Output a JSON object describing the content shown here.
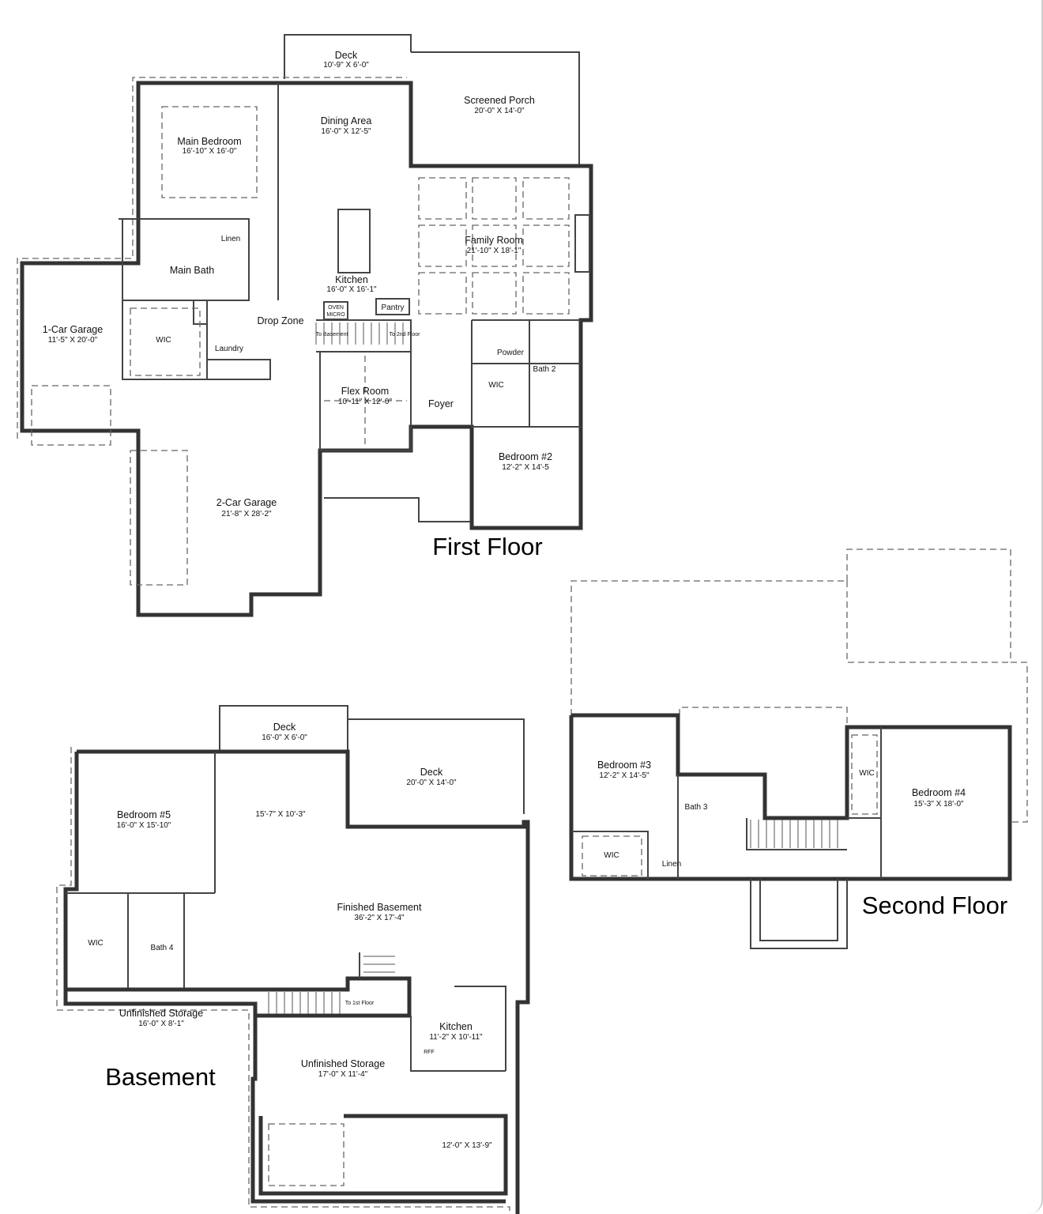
{
  "first_floor": {
    "title": "First Floor",
    "rooms": [
      {
        "name": "Deck",
        "size": "10'-9\" X 6'-0\""
      },
      {
        "name": "Screened Porch",
        "size": "20'-0\" X 14'-0\""
      },
      {
        "name": "Main Bedroom",
        "size": "16'-10\" X 16'-0\""
      },
      {
        "name": "Dining Area",
        "size": "16'-0\" X 12'-5\""
      },
      {
        "name": "Family Room",
        "size": "21'-10\" X 18'-1\""
      },
      {
        "name": "Kitchen",
        "size": "16'-0\" X 16'-1\""
      },
      {
        "name": "1-Car Garage",
        "size": "11'-5\" X 20'-0\""
      },
      {
        "name": "Flex Room",
        "size": "10'-11\" X 12'-0\""
      },
      {
        "name": "Bedroom #2",
        "size": "12'-2\" X 14'-5"
      },
      {
        "name": "2-Car Garage",
        "size": "21'-8\" X 28'-2\""
      }
    ],
    "labels": {
      "main_bath": "Main Bath",
      "linen": "Linen",
      "pantry": "Pantry",
      "oven": "OVEN",
      "micro": "MICRO",
      "drop_zone": "Drop Zone",
      "wic": "WIC",
      "laundry": "Laundry",
      "powder": "Powder",
      "bath2": "Bath 2",
      "wic2": "WIC",
      "foyer": "Foyer",
      "to_basement": "To Basement",
      "to_2nd": "To 2nd Floor"
    }
  },
  "second_floor": {
    "title": "Second Floor",
    "rooms": [
      {
        "name": "Bedroom #3",
        "size": "12'-2\" X 14'-5\""
      },
      {
        "name": "Bedroom #4",
        "size": "15'-3\" X 18'-0\""
      }
    ],
    "labels": {
      "bath3": "Bath 3",
      "wic_a": "WIC",
      "wic_b": "WIC",
      "linen": "Linen"
    }
  },
  "basement": {
    "title": "Basement",
    "rooms": [
      {
        "name": "Deck",
        "size": "16'-0\" X 6'-0\""
      },
      {
        "name": "Deck",
        "size": "20'-0\" X 14'-0\""
      },
      {
        "name": "Bedroom #5",
        "size": "16'-0\" X 15'-10\""
      },
      {
        "name": "Finished Basement",
        "size": "36'-2\" X 17'-4\""
      },
      {
        "name": "Unfinished Storage",
        "size": "16'-0\" X 8'-1\""
      },
      {
        "name": "Kitchen",
        "size": "11'-2\" X 10'-11\""
      },
      {
        "name": "Unfinished Storage",
        "size": "17'-0\" X 11'-4\""
      }
    ],
    "labels": {
      "flex_size": "15'-7\" X 10'-3\"",
      "wic": "WIC",
      "bath4": "Bath 4",
      "to_1st": "To 1st Floor",
      "storage_size": "12'-0\" X 13'-9\"",
      "rff": "RFF"
    }
  }
}
